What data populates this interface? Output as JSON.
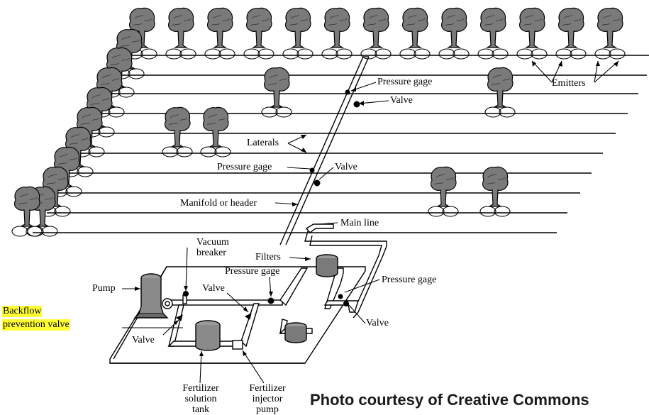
{
  "labels": {
    "pressure_gage_top": "Pressure gage",
    "valve_top": "Valve",
    "emitters": "Emitters",
    "laterals": "Laterals",
    "pressure_gage_mid": "Pressure gage",
    "valve_mid": "Valve",
    "manifold": "Manifold or header",
    "main_line": "Main line",
    "vacuum_breaker_1": "Vacuum",
    "vacuum_breaker_2": "breaker",
    "filters": "Filters",
    "pressure_gage_low": "Pressure gage",
    "pressure_gage_right": "Pressure gage",
    "pump": "Pump",
    "valve_low": "Valve",
    "valve_left": "Valve",
    "valve_right": "Valve",
    "backflow_1": "Backflow",
    "backflow_2": "prevention valve",
    "fert_tank_1": "Fertilizer",
    "fert_tank_2": "solution",
    "fert_tank_3": "tank",
    "fert_pump_1": "Fertilizer",
    "fert_pump_2": "injector",
    "fert_pump_3": "pump"
  },
  "credit": "Photo courtesy of Creative Commons",
  "colors": {
    "highlight": "#ffff33",
    "line": "#000000",
    "tree_fill": "#7a7a7a"
  },
  "icons": [
    "tree-icon",
    "pump-icon",
    "filter-tank-icon",
    "fertilizer-tank-icon",
    "valve-icon",
    "pressure-gage-icon"
  ]
}
